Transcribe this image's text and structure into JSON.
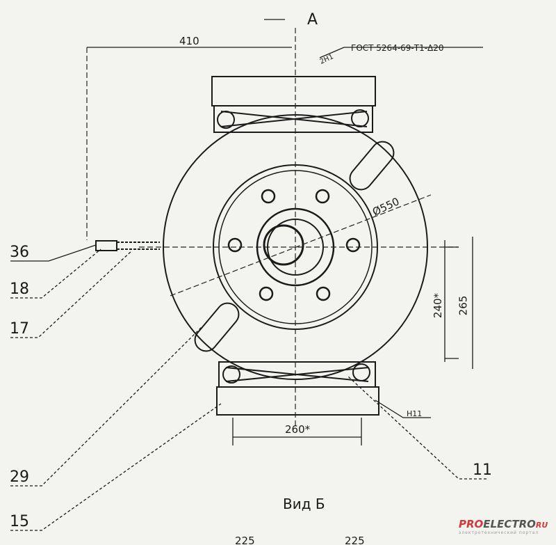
{
  "title_top": "А",
  "dimensions": {
    "d410": "410",
    "d550": "Ø550",
    "d240": "240*",
    "d265": "265",
    "d260": "260*",
    "d225a": "225",
    "d225b": "225"
  },
  "annotations": {
    "gost": "ГОСТ 5264-69-Т1-Δ20",
    "weld_top": "2Н1",
    "weld_bottom": "Н11"
  },
  "callouts": [
    "36",
    "18",
    "17",
    "29",
    "15",
    "11"
  ],
  "view_label": "Вид Б",
  "watermark": {
    "brand_red": "PRO",
    "brand_gray": "ELECTRO",
    "suffix": "RU",
    "tagline": "электротехнический портал"
  }
}
